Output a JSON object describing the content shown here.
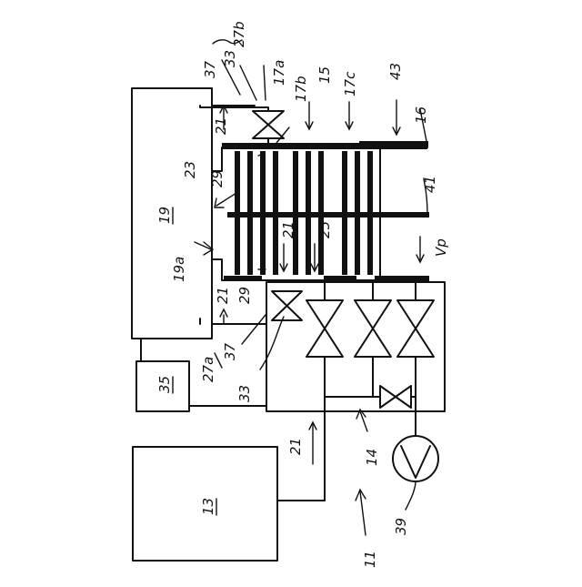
{
  "labels": {
    "l27b": "27b",
    "l33t": "33",
    "l37t": "37",
    "l17a": "17a",
    "l17b": "17b",
    "l15": "15",
    "l17c": "17c",
    "l43": "43",
    "l16": "16",
    "l21a": "21",
    "l23": "23",
    "l29a": "29",
    "l19": "19",
    "l41": "41",
    "l21b": "21",
    "l25": "25",
    "l19a": "19a",
    "l21c": "21",
    "l29b": "29",
    "lvp": "Vp",
    "l37b": "37",
    "l27a": "27a",
    "l33b": "33",
    "l35": "35",
    "l21d": "21",
    "l14": "14",
    "l13": "13",
    "l39": "39",
    "l11": "11"
  }
}
